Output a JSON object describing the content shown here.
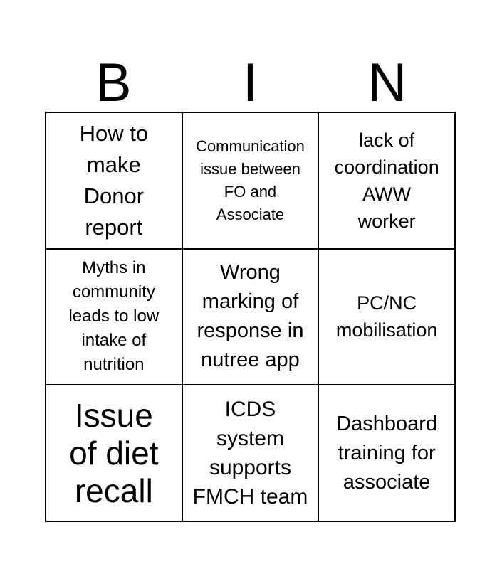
{
  "header": {
    "letters": [
      "B",
      "I",
      "N"
    ]
  },
  "grid": {
    "cells": [
      {
        "text": "How to\nmake\nDonor\nreport"
      },
      {
        "text": "Communication\nissue between\nFO and\nAssociate"
      },
      {
        "text": "lack of\ncoordination\nAWW\nworker"
      },
      {
        "text": "Myths in\ncommunity\nleads to low\nintake of\nnutrition"
      },
      {
        "text": "Wrong\nmarking of\nresponse in\nnutree app"
      },
      {
        "text": "PC/NC\nmobilisation"
      },
      {
        "text": "Issue\nof diet\nrecall"
      },
      {
        "text": "ICDS\nsystem\nsupports\nFMCH team"
      },
      {
        "text": "Dashboard\ntraining for\nassociate"
      }
    ]
  },
  "colors": {
    "ink": "#000000",
    "background": "#ffffff"
  }
}
